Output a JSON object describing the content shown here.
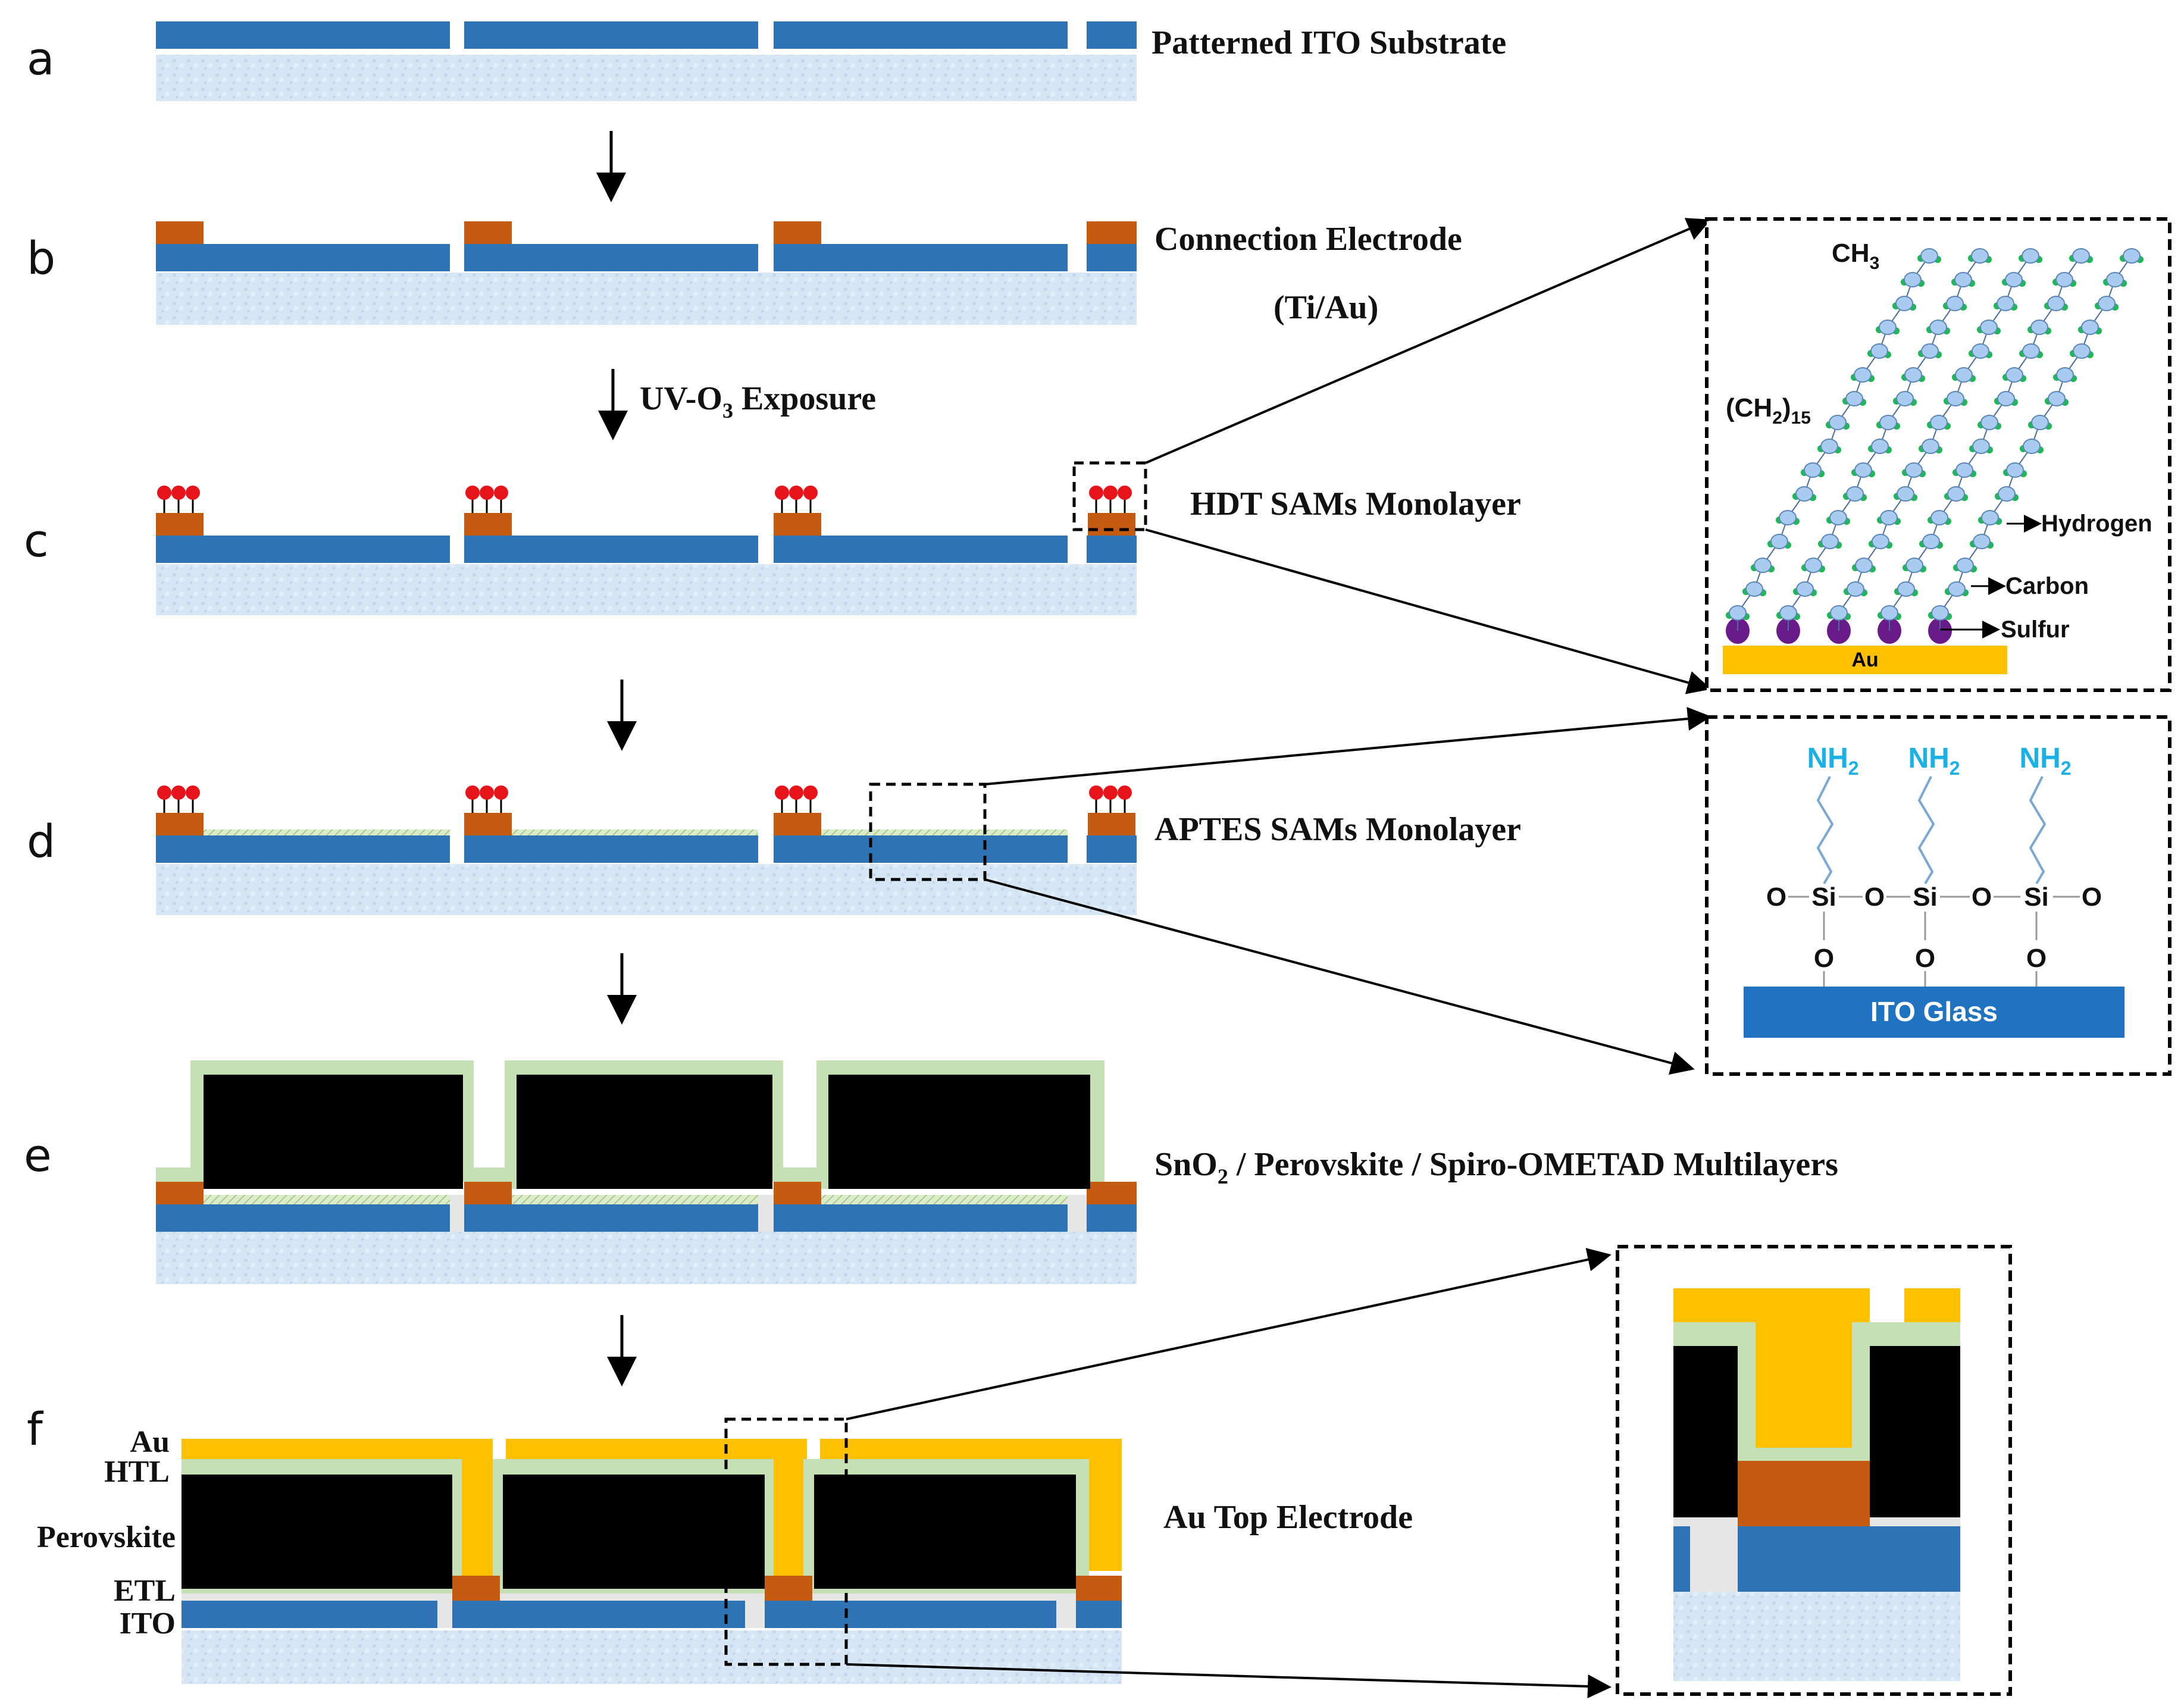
{
  "colors": {
    "ito": "#2E74B5",
    "glass": "#D6E6F5",
    "electrode": "#C55A11",
    "sam_head": "#E8141B",
    "htl": "#C5E0B4",
    "perovskite": "#000000",
    "gold": "#FFC000",
    "etl": "#E6E6E6",
    "nh2": "#1AB2E6",
    "chain": "#7AA8D6",
    "hydrogen": "#1DB954",
    "sulfur": "#6A1B8A"
  },
  "steps": [
    {
      "letter": "a",
      "label": "Patterned ITO Substrate"
    },
    {
      "letter": "b",
      "label": "Connection Electrode",
      "label2": "(Ti/Au)"
    },
    {
      "letter": "c",
      "label": "HDT SAMs Monolayer"
    },
    {
      "letter": "d",
      "label": "APTES SAMs Monolayer"
    },
    {
      "letter": "e",
      "label_parts": [
        "SnO",
        "2",
        " / Perovskite / Spiro-OMETAD Multilayers"
      ]
    },
    {
      "letter": "f",
      "label": "Au Top Electrode"
    }
  ],
  "arrow_uv_parts": [
    "UV-O",
    "3",
    " Exposure"
  ],
  "layer_labels": [
    "Au",
    "HTL",
    "Perovskite",
    "ETL",
    "ITO"
  ],
  "hdt_inset": {
    "ch3": [
      "CH",
      "3"
    ],
    "ch2": [
      "(CH",
      "2",
      ")",
      "15"
    ],
    "hydrogen": "Hydrogen",
    "carbon": "Carbon",
    "sulfur": "Sulfur",
    "au": "Au"
  },
  "aptes_inset": {
    "nh2": [
      "NH",
      "2"
    ],
    "o": "O",
    "si": "Si",
    "ito_glass": "ITO Glass"
  }
}
